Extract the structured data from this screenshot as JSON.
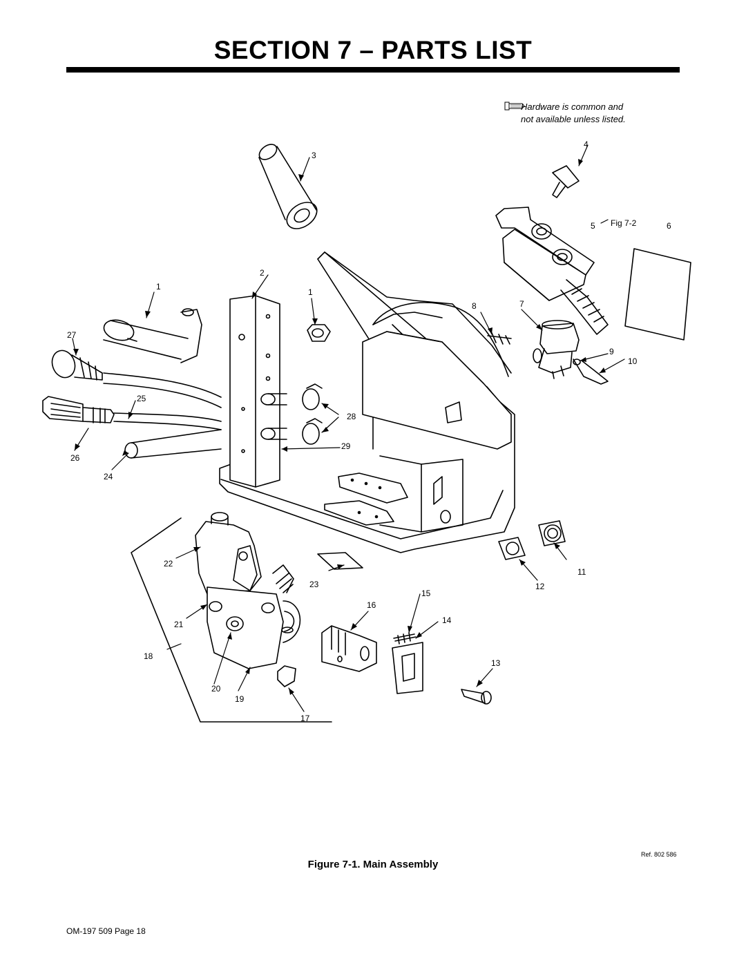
{
  "header": {
    "title": "SECTION 7 – PARTS LIST"
  },
  "note": {
    "line1": "Hardware is common and",
    "line2": "not available unless listed.",
    "icon": "pencil-note-icon"
  },
  "callouts": {
    "c1a": "1",
    "c1b": "1",
    "c2": "2",
    "c3": "3",
    "c4": "4",
    "c5": "5",
    "c5fig": "Fig 7-2",
    "c6": "6",
    "c7": "7",
    "c8": "8",
    "c9": "9",
    "c10": "10",
    "c11": "11",
    "c12": "12",
    "c13": "13",
    "c14": "14",
    "c15": "15",
    "c16": "16",
    "c17": "17",
    "c18": "18",
    "c19": "19",
    "c20": "20",
    "c21": "21",
    "c22": "22",
    "c23": "23",
    "c24": "24",
    "c25": "25",
    "c26": "26",
    "c27": "27",
    "c28": "28",
    "c29": "29"
  },
  "figure": {
    "caption": "Figure 7-1. Main Assembly",
    "ref": "Ref. 802 586"
  },
  "footer": {
    "page": "OM-197 509 Page 18"
  }
}
